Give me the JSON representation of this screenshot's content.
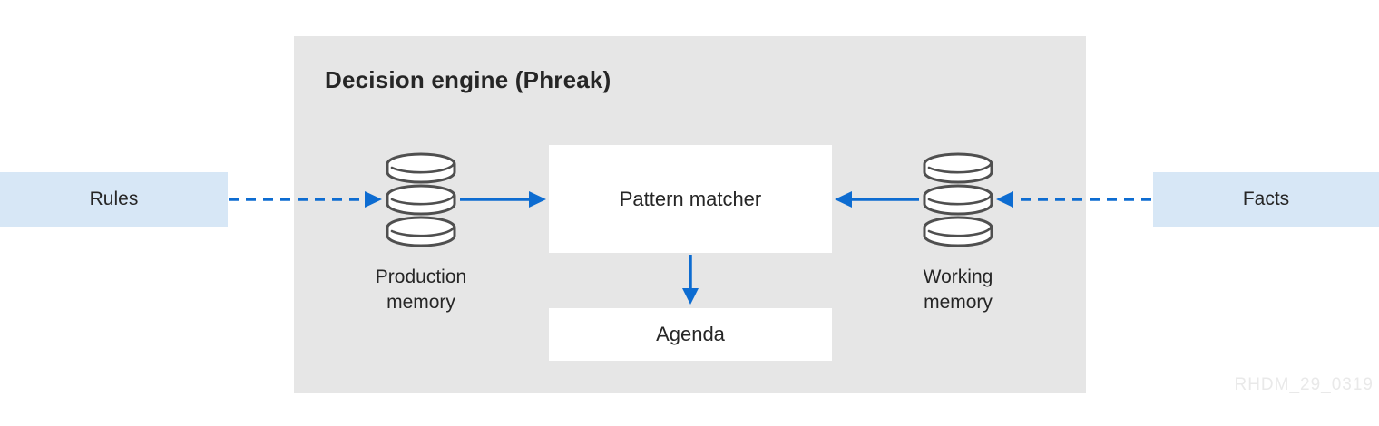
{
  "diagram": {
    "title": "Decision engine (Phreak)",
    "watermark": "RHDM_29_0319",
    "nodes": {
      "rules": {
        "label": "Rules",
        "type": "input"
      },
      "facts": {
        "label": "Facts",
        "type": "input"
      },
      "production_memory": {
        "label": "Production memory",
        "icon": "database-icon"
      },
      "working_memory": {
        "label": "Working memory",
        "icon": "database-icon"
      },
      "pattern_matcher": {
        "label": "Pattern matcher"
      },
      "agenda": {
        "label": "Agenda"
      }
    },
    "edges": [
      {
        "from": "rules",
        "to": "production_memory",
        "style": "dashed",
        "direction": "right"
      },
      {
        "from": "production_memory",
        "to": "pattern_matcher",
        "style": "solid",
        "direction": "right"
      },
      {
        "from": "working_memory",
        "to": "pattern_matcher",
        "style": "solid",
        "direction": "left"
      },
      {
        "from": "facts",
        "to": "working_memory",
        "style": "dashed",
        "direction": "left"
      },
      {
        "from": "pattern_matcher",
        "to": "agenda",
        "style": "solid",
        "direction": "down"
      }
    ],
    "colors": {
      "container_bg": "#e6e6e6",
      "io_box_bg": "#d7e7f6",
      "node_bg": "#ffffff",
      "arrow": "#0d6cd1",
      "text": "#262626",
      "watermark": "#e9e9e9",
      "icon_stroke": "#4f4f4f"
    }
  }
}
